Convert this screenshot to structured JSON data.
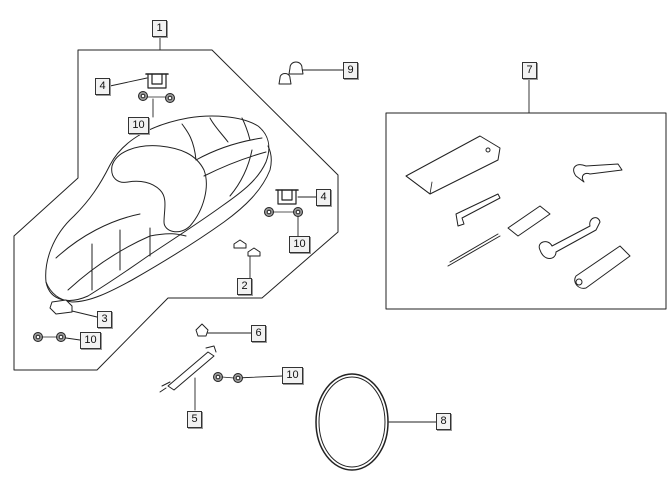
{
  "callouts": {
    "c1": "1",
    "c2": "2",
    "c3": "3",
    "c4a": "4",
    "c4b": "4",
    "c5": "5",
    "c6": "6",
    "c7": "7",
    "c8": "8",
    "c9": "9",
    "c10a": "10",
    "c10b": "10",
    "c10c": "10",
    "c10d": "10"
  },
  "colors": {
    "line": "#222222",
    "callout_bg": "#f2f2f2",
    "callout_border": "#333333",
    "part_fill": "#ffffff",
    "part_shade": "#9a9a9a"
  },
  "parts": [
    "seat-assembly-part",
    "seat-hinge-bracket-part",
    "seat-rubber-pad-part",
    "seat-hook-part",
    "seat-lock-cable-part",
    "cable-clip-part",
    "tool-kit-part",
    "seat-seal-ring-part",
    "rubber-cap-part",
    "nut-part"
  ]
}
